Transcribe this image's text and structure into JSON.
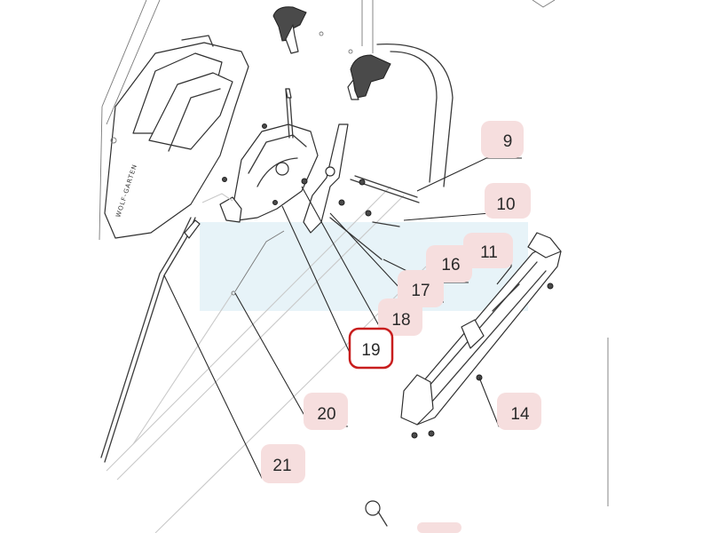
{
  "diagram": {
    "brand_text": "WOLF-GARTEN",
    "colors": {
      "label_badge": "#f6dede",
      "highlight_ring": "#c81e1e",
      "watermark": "#dfeff6"
    },
    "highlighted_callout": "19",
    "callouts": [
      {
        "id": "callout-9",
        "text": "9"
      },
      {
        "id": "callout-10",
        "text": "10"
      },
      {
        "id": "callout-11",
        "text": "11"
      },
      {
        "id": "callout-16",
        "text": "16"
      },
      {
        "id": "callout-17",
        "text": "17"
      },
      {
        "id": "callout-18",
        "text": "18"
      },
      {
        "id": "callout-19",
        "text": "19"
      },
      {
        "id": "callout-20",
        "text": "20"
      },
      {
        "id": "callout-14",
        "text": "14"
      },
      {
        "id": "callout-21",
        "text": "21"
      }
    ]
  }
}
